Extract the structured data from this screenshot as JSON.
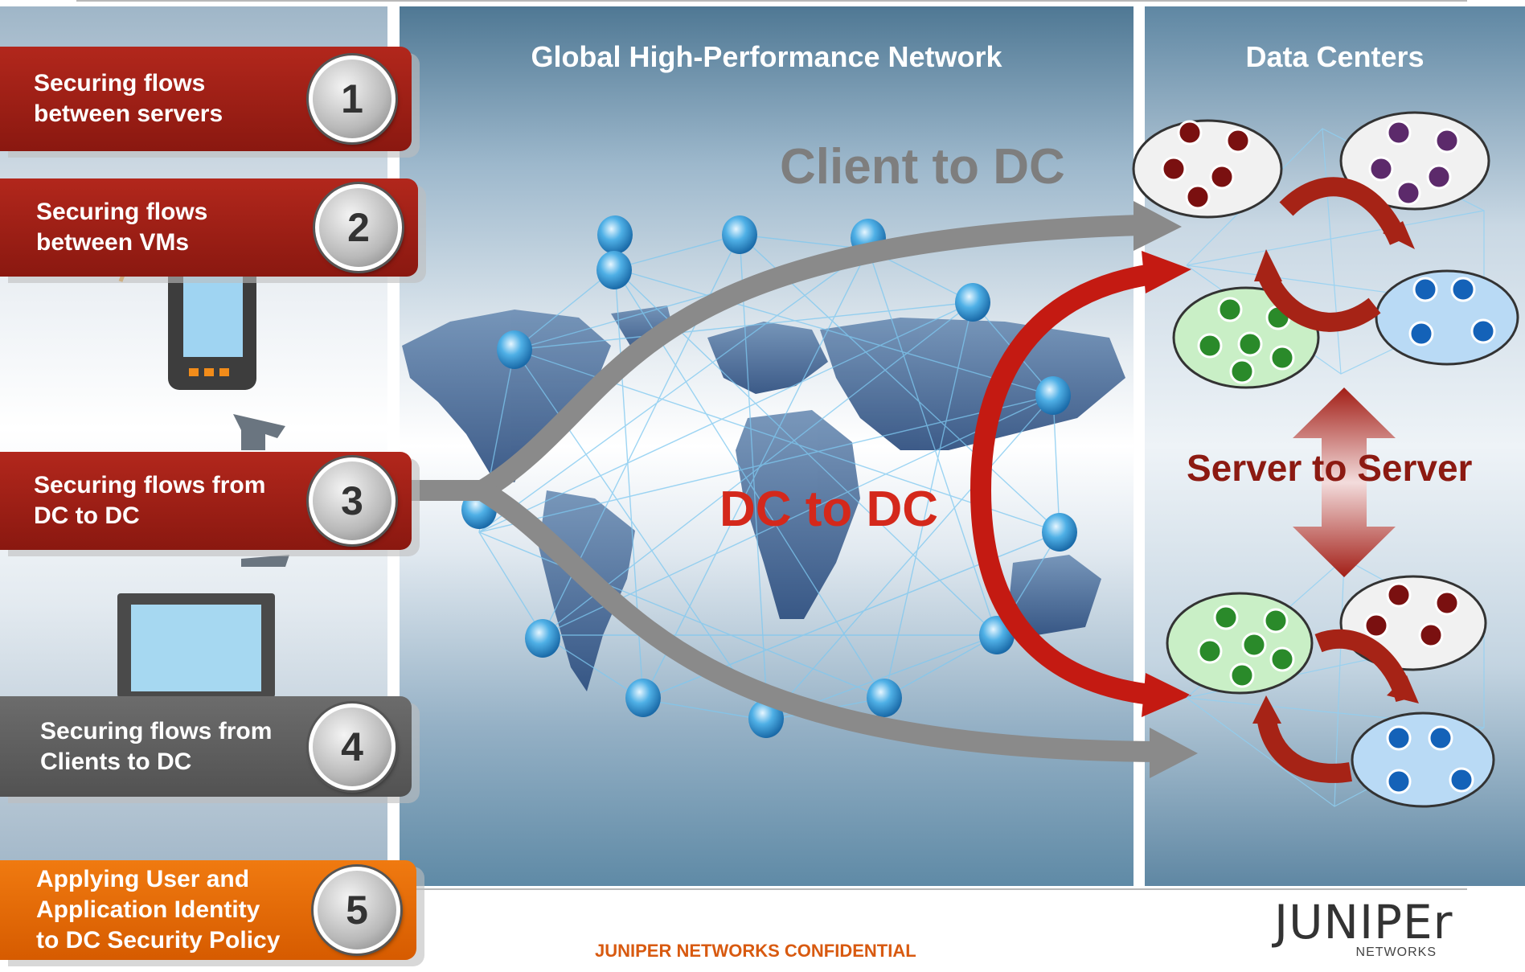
{
  "headers": {
    "center": "Global High-Performance Network",
    "right": "Data Centers"
  },
  "flows": [
    {
      "label": "Securing flows\nbetween servers",
      "number": "1",
      "color": "#9b1f14"
    },
    {
      "label": "Securing flows\nbetween VMs",
      "number": "2",
      "color": "#9b1f14"
    },
    {
      "label": "Securing flows from\nDC to DC",
      "number": "3",
      "color": "#9b1f14"
    },
    {
      "label": "Securing flows from\nClients to DC",
      "number": "4",
      "color": "#5e5e5e"
    },
    {
      "label": "Applying User and\nApplication Identity\nto DC Security Policy",
      "number": "5",
      "color": "#e56a00"
    }
  ],
  "labels": {
    "client_to_dc": "Client to DC",
    "dc_to_dc": "DC to DC",
    "server_to_server": "Server to Server"
  },
  "footer": {
    "confidential": "JUNIPER NETWORKS CONFIDENTIAL",
    "logo_main": "JUNIPEr",
    "logo_sub": "NETWORKS"
  },
  "colors": {
    "accent_red": "#b01c10",
    "arrow_grey": "#8a8a8a",
    "orange": "#e56a00",
    "network_line": "#7ec8f0"
  }
}
